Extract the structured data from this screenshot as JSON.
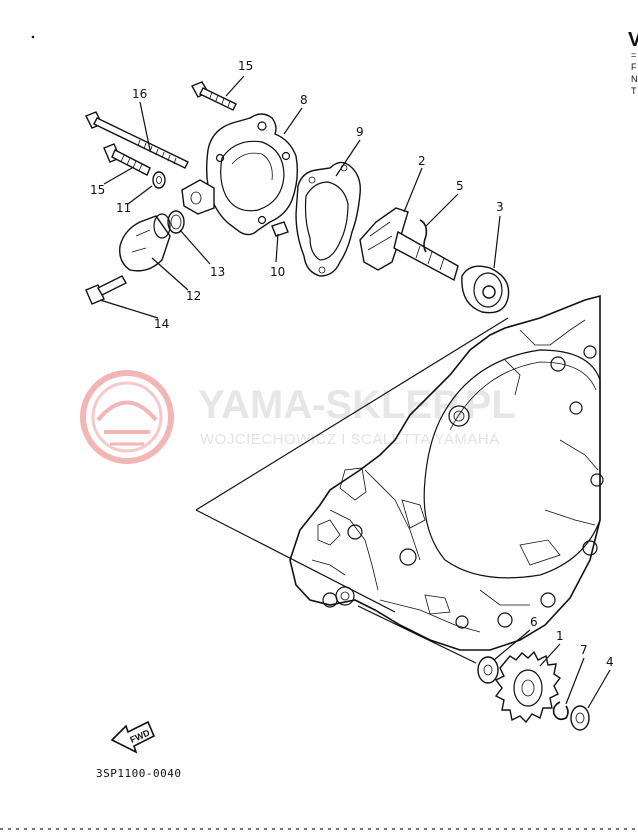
{
  "diagram": {
    "part_code": "3SP1100-0040",
    "fwd_label": "FWD",
    "callouts": [
      "15",
      "16",
      "8",
      "9",
      "2",
      "5",
      "3",
      "15",
      "11",
      "13",
      "10",
      "12",
      "14",
      "6",
      "1",
      "7",
      "4"
    ],
    "watermark": {
      "title": "YAMA-SKLEP.PL",
      "subtitle": "WOJCIECHOWICZ I SCALETTA YAMAHA"
    },
    "edge_text": {
      "big": "V",
      "lines": [
        "=",
        "F",
        "N",
        "T"
      ]
    },
    "colors": {
      "line": "#111111",
      "watermark_logo": "#f3b6b6",
      "watermark_text": "#e6e6e6"
    }
  }
}
